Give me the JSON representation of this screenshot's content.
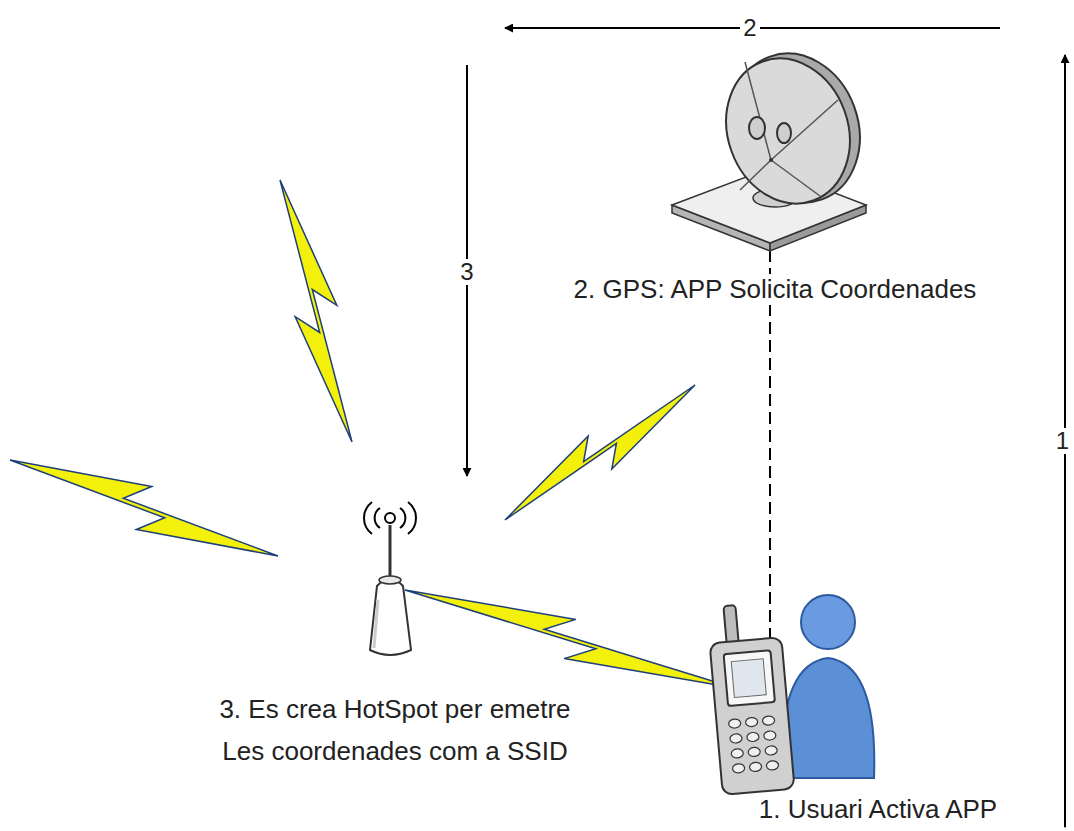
{
  "diagram": {
    "nodes": [
      {
        "text": [
          "1. Usuari Activa APP"
        ]
      },
      {
        "text": [
          "2. GPS: APP Solicita Coordenades"
        ]
      },
      {
        "text": [
          "3. Es crea HotSpot per emetre Les coordenades com a SSID"
        ]
      }
    ],
    "edges": [
      {
        "from": 0,
        "to": 1,
        "arrow": "to",
        "label": "1"
      },
      {
        "from": 1,
        "to": 2,
        "arrow": "to",
        "label": "2"
      },
      {
        "from": 1,
        "to": 2,
        "arrow": "to",
        "label": "3"
      }
    ]
  }
}
